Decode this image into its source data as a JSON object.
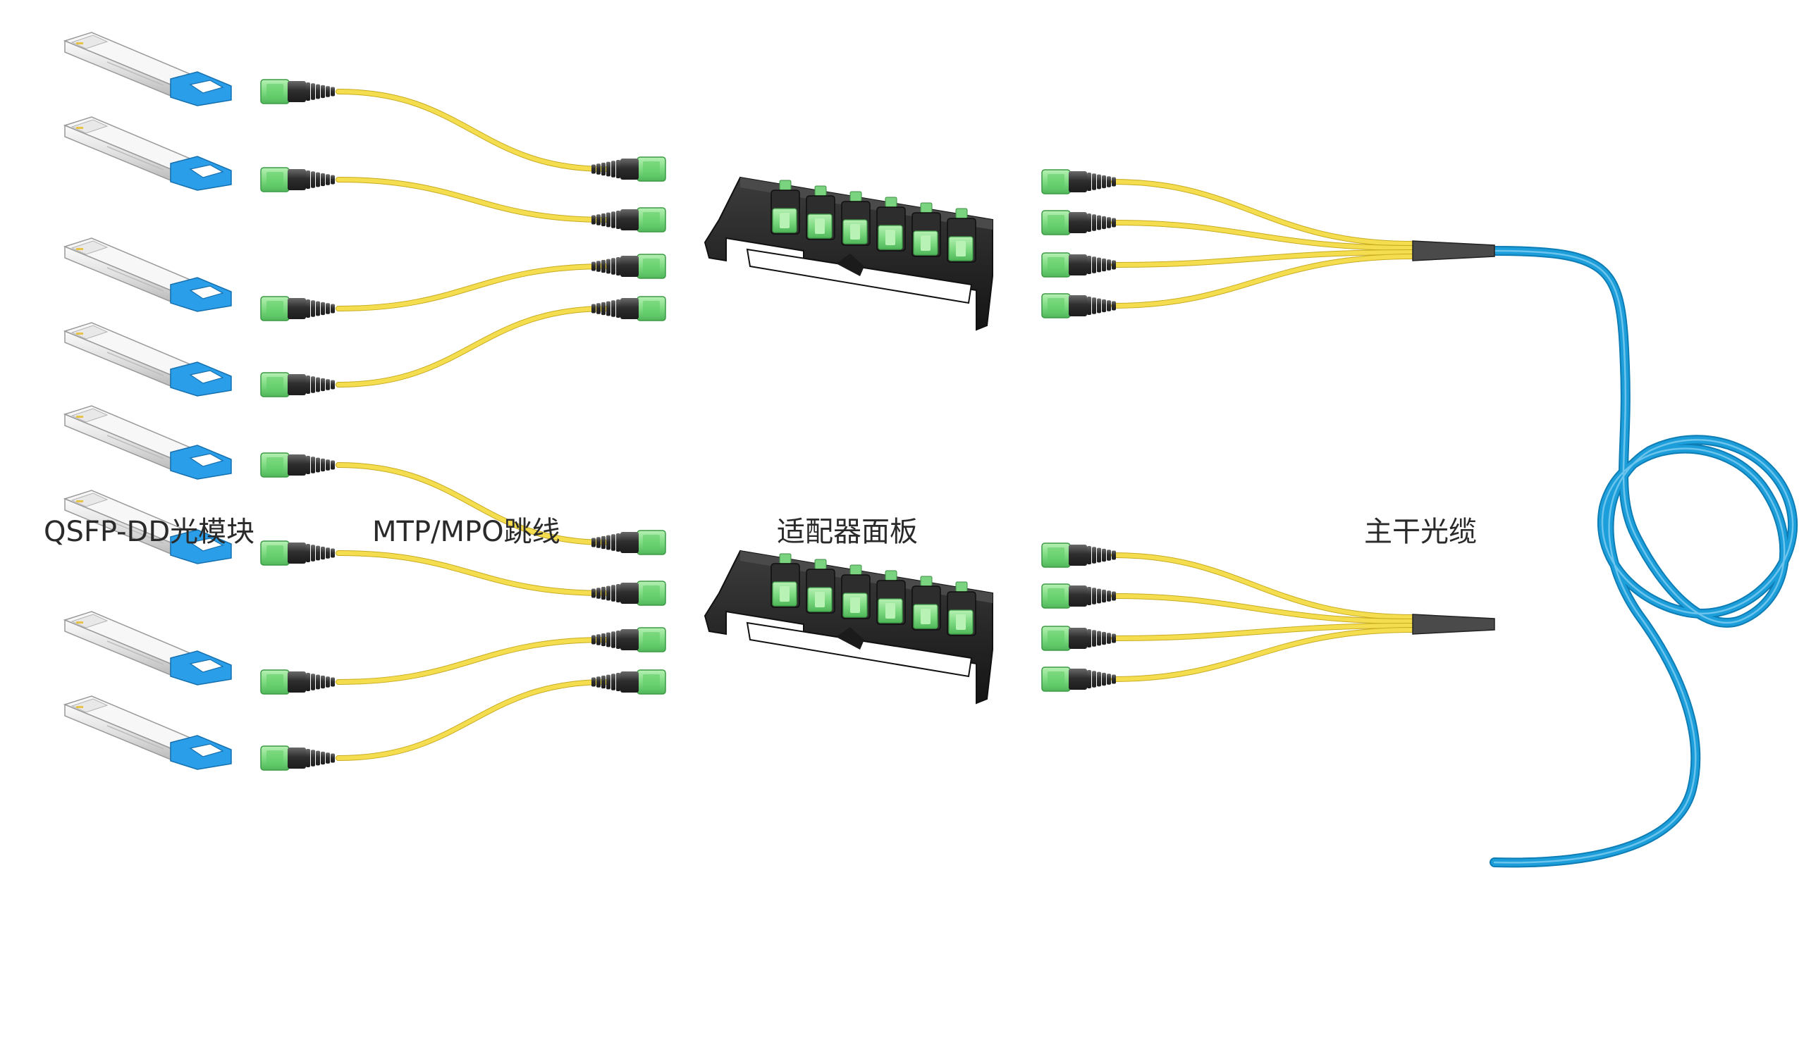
{
  "labels": {
    "module": "QSFP-DD光模块",
    "patch_cord": "MTP/MPO跳线",
    "adapter_panel": "适配器面板",
    "trunk_cable": "主干光缆"
  },
  "colors": {
    "fiber_yellow": "#f4de50",
    "trunk_blue": "#1b9ed9",
    "connector_green": "#86e08a",
    "boot_dark": "#3a3a3a",
    "module_pull_tab": "#2a9ee8",
    "module_silver": "#e3e3e3",
    "panel_black": "#262626",
    "label_text": "#2a2a2a"
  },
  "groups": [
    {
      "id": "top",
      "modules": 4,
      "patch_cords": 4,
      "panel_ports": 6,
      "trunk_breakouts": 4
    },
    {
      "id": "bottom",
      "modules": 4,
      "patch_cords": 4,
      "panel_ports": 6,
      "trunk_breakouts": 4
    }
  ]
}
